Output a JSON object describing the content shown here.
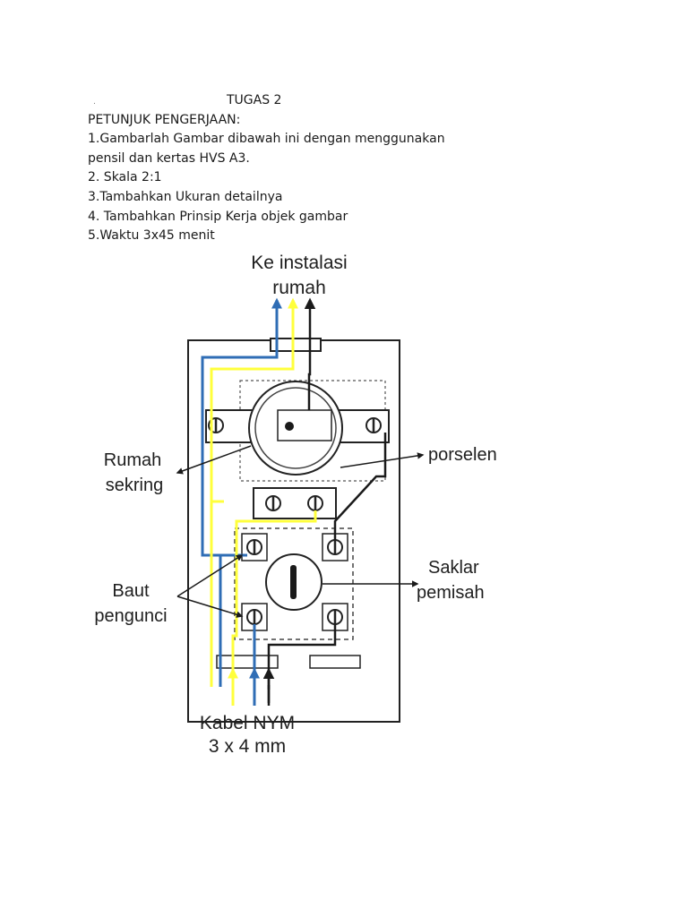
{
  "document": {
    "title_marker": ".",
    "title": "TUGAS 2",
    "instructions": [
      "PETUNJUK PENGERJAAN:",
      "1.Gambarlah Gambar dibawah ini dengan menggunakan",
      "pensil dan kertas HVS A3.",
      "2. Skala 2:1",
      "3.Tambahkan Ukuran detailnya",
      "4. Tambahkan Prinsip Kerja objek gambar",
      "5.Waktu 3x45 menit"
    ]
  },
  "diagram": {
    "labels": {
      "top_line1": "Ke instalasi",
      "top_line2": "rumah",
      "left1_line1": "Rumah",
      "left1_line2": "sekring",
      "right1": "porselen",
      "left2_line1": "Baut",
      "left2_line2": "pengunci",
      "right2_line1": "Saklar",
      "right2_line2": "pemisah",
      "bottom_line1": "Kabel NYM",
      "bottom_line2": "3 x 4 mm"
    },
    "colors": {
      "blue_wire": "#2f6db5",
      "yellow_wire": "#ffff3c",
      "black_wire": "#1a1a1a"
    }
  }
}
